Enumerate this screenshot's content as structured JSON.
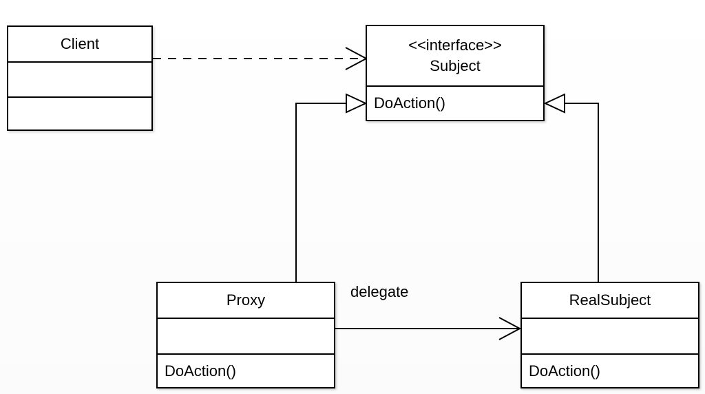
{
  "classes": {
    "client": {
      "name": "Client"
    },
    "subject": {
      "stereotype": "<<interface>>",
      "name": "Subject",
      "operation": "DoAction()"
    },
    "proxy": {
      "name": "Proxy",
      "operation": "DoAction()"
    },
    "realsubject": {
      "name": "RealSubject",
      "operation": "DoAction()"
    }
  },
  "relations": {
    "delegate_label": "delegate"
  }
}
